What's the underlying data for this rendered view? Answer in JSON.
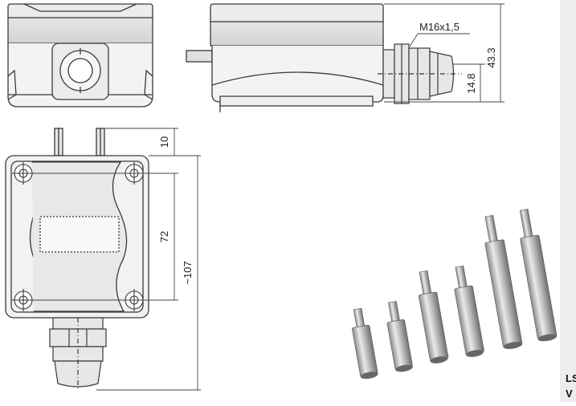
{
  "dimensions": {
    "thread": "M16x1,5",
    "height_total": "43.3",
    "gland_height": "14.8",
    "tube_length": "10",
    "mount_spacing": "72",
    "overall_length": "~107"
  },
  "caption": {
    "line1": "LS",
    "line2": "V"
  },
  "colors": {
    "housing_fill": "#f2f2f2",
    "housing_stroke": "#3a3a3a",
    "lid_fill": "#e4e4e4",
    "dimension_line": "#444444",
    "sidebar": "#ededed"
  },
  "icons": [
    "screw-icon",
    "cable-gland-icon",
    "standoff-icon"
  ]
}
